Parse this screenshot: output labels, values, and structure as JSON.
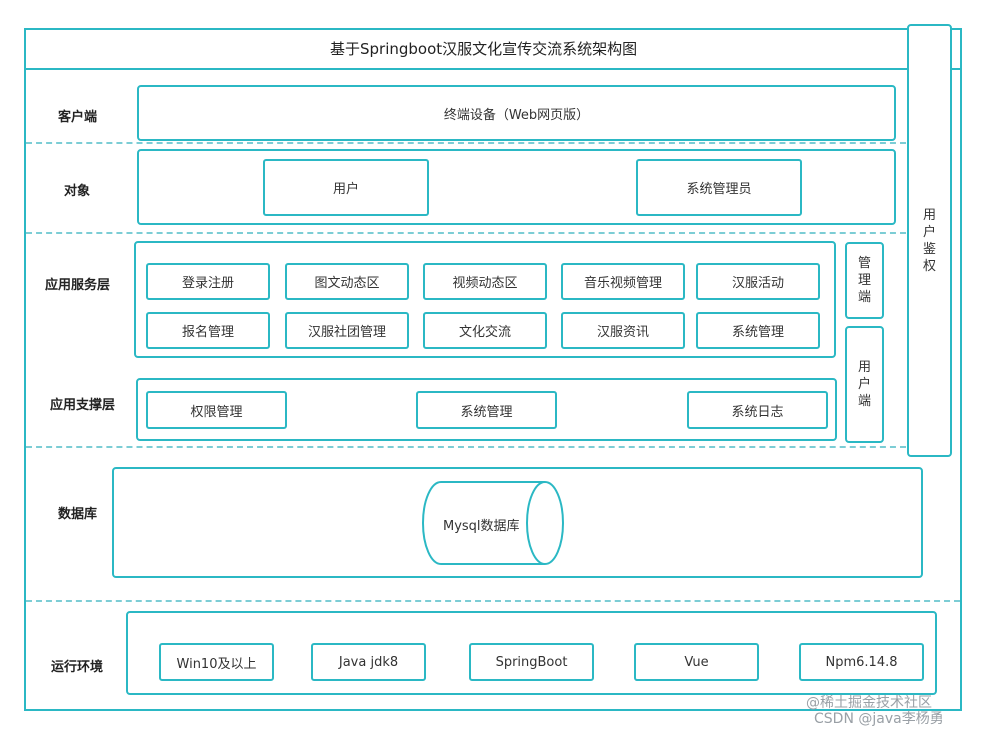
{
  "title": "基于Springboot汉服文化宣传交流系统架构图",
  "layers": {
    "client": "客户端",
    "object": "对象",
    "app_service": "应用服务层",
    "app_support": "应用支撑层",
    "database": "数据库",
    "runtime": "运行环境"
  },
  "client_device": "终端设备（Web网页版）",
  "objects": [
    "用户",
    "系统管理员"
  ],
  "services_row1": [
    "登录注册",
    "图文动态区",
    "视频动态区",
    "音乐视频管理",
    "汉服活动"
  ],
  "services_row2": [
    "报名管理",
    "汉服社团管理",
    "文化交流",
    "汉服资讯",
    "系统管理"
  ],
  "support": [
    "权限管理",
    "系统管理",
    "系统日志"
  ],
  "side_admin": [
    "管",
    "理",
    "端"
  ],
  "side_user": [
    "用",
    "户",
    "端"
  ],
  "auth": [
    "用",
    "户",
    "鉴",
    "权"
  ],
  "db": "Mysql数据库",
  "env": [
    "Win10及以上",
    "Java jdk8",
    "SpringBoot",
    "Vue",
    "Npm6.14.8"
  ],
  "watermark": [
    "@稀土掘金技术社区",
    "CSDN @java李杨勇"
  ]
}
